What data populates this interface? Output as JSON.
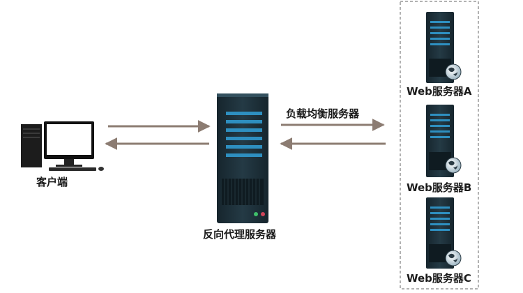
{
  "labels": {
    "client": "客户端",
    "proxy": "反向代理服务器",
    "load_balancer": "负载均衡服务器",
    "web_a": "Web服务器A",
    "web_b": "Web服务器B",
    "web_c": "Web服务器C"
  },
  "colors": {
    "arrow": "#8c7c72",
    "server_body": "#1d2f38",
    "server_slot": "#2e8fc0",
    "dashed_border": "#666666"
  },
  "icons": [
    "desktop-computer-icon",
    "rack-server-icon",
    "globe-icon"
  ]
}
